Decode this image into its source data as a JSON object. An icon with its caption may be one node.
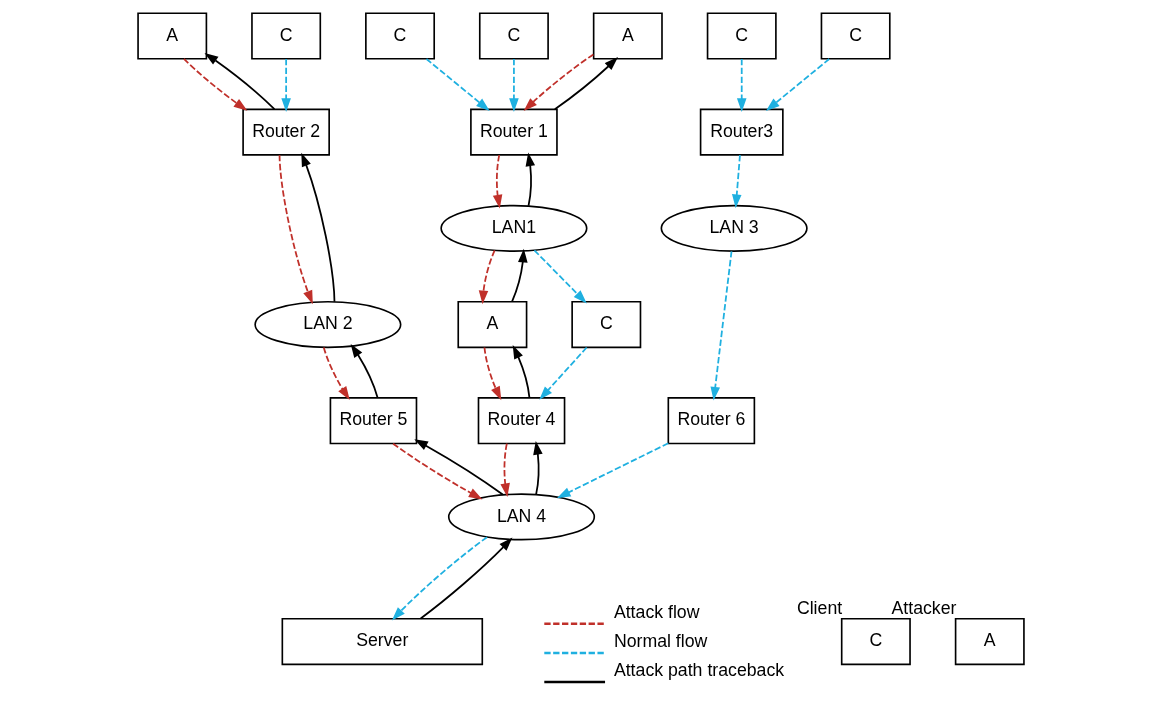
{
  "diagram": {
    "nodes": [
      {
        "text": [
          "C"
        ]
      },
      {
        "text": [
          "C"
        ]
      },
      {
        "text": [
          "A"
        ]
      },
      {
        "text": [
          "A"
        ]
      },
      {
        "text": [
          "C"
        ]
      },
      {
        "text": [
          "C"
        ]
      },
      {
        "text": [
          "C"
        ]
      },
      {
        "text": [
          "Router 1"
        ]
      },
      {
        "text": [
          "Router 2"
        ]
      },
      {
        "text": [
          "Router3"
        ]
      },
      {
        "text": [
          "LAN1"
        ]
      },
      {
        "text": [
          "LAN 2"
        ]
      },
      {
        "text": [
          "LAN 3"
        ]
      },
      {
        "text": [
          "A"
        ]
      },
      {
        "text": [
          "C"
        ]
      },
      {
        "text": [
          "Router 5"
        ]
      },
      {
        "text": [
          "Router 6"
        ]
      },
      {
        "text": [
          "Router 4"
        ]
      },
      {
        "text": [
          "LAN 4"
        ]
      },
      {
        "text": [
          "Server"
        ]
      },
      {
        "text": [
          "C"
        ],
        "beside": [
          "Client"
        ]
      },
      {
        "text": [
          "A"
        ],
        "beside": [
          "Attacker"
        ]
      }
    ],
    "edges": [
      {
        "from": 0,
        "to": 7,
        "arrow": "to",
        "style": "dashed",
        "color": "#1fb0e0"
      },
      {
        "from": 1,
        "to": 7,
        "arrow": "to",
        "style": "dashed",
        "color": "#1fb0e0"
      },
      {
        "from": 2,
        "to": 7,
        "arrow": "to",
        "style": "dashed",
        "color": "#c0302a"
      },
      {
        "from": 7,
        "to": 2,
        "arrow": "to",
        "color": "#000000"
      },
      {
        "from": 3,
        "to": 8,
        "arrow": "to",
        "style": "dashed",
        "color": "#c0302a"
      },
      {
        "from": 8,
        "to": 3,
        "arrow": "to",
        "color": "#000000"
      },
      {
        "from": 4,
        "to": 8,
        "arrow": "to",
        "style": "dashed",
        "color": "#1fb0e0"
      },
      {
        "from": 5,
        "to": 9,
        "arrow": "to",
        "style": "dashed",
        "color": "#1fb0e0"
      },
      {
        "from": 6,
        "to": 9,
        "arrow": "to",
        "style": "dashed",
        "color": "#1fb0e0"
      },
      {
        "from": 7,
        "to": 10,
        "arrow": "to",
        "style": "dashed",
        "color": "#c0302a"
      },
      {
        "from": 10,
        "to": 7,
        "arrow": "to",
        "color": "#000000"
      },
      {
        "from": 8,
        "to": 11,
        "arrow": "to",
        "style": "dashed",
        "color": "#c0302a"
      },
      {
        "from": 11,
        "to": 8,
        "arrow": "to",
        "color": "#000000"
      },
      {
        "from": 9,
        "to": 12,
        "arrow": "to",
        "style": "dashed",
        "color": "#1fb0e0"
      },
      {
        "from": 10,
        "to": 13,
        "arrow": "to",
        "style": "dashed",
        "color": "#c0302a"
      },
      {
        "from": 13,
        "to": 10,
        "arrow": "to",
        "color": "#000000"
      },
      {
        "from": 10,
        "to": 14,
        "arrow": "to",
        "style": "dashed",
        "color": "#1fb0e0"
      },
      {
        "from": 11,
        "to": 15,
        "arrow": "to",
        "style": "dashed",
        "color": "#c0302a"
      },
      {
        "from": 15,
        "to": 11,
        "arrow": "to",
        "color": "#000000"
      },
      {
        "from": 12,
        "to": 16,
        "arrow": "to",
        "style": "dashed",
        "color": "#1fb0e0"
      },
      {
        "from": 13,
        "to": 17,
        "arrow": "to",
        "style": "dashed",
        "color": "#c0302a"
      },
      {
        "from": 17,
        "to": 13,
        "arrow": "to",
        "color": "#000000"
      },
      {
        "from": 14,
        "to": 17,
        "arrow": "to",
        "style": "dashed",
        "color": "#1fb0e0"
      },
      {
        "from": 17,
        "to": 18,
        "arrow": "to",
        "style": "dashed",
        "color": "#c0302a"
      },
      {
        "from": 18,
        "to": 17,
        "arrow": "to",
        "color": "#000000"
      },
      {
        "from": 15,
        "to": 18,
        "arrow": "to",
        "style": "dashed",
        "color": "#c0302a"
      },
      {
        "from": 18,
        "to": 15,
        "arrow": "to",
        "color": "#000000"
      },
      {
        "from": 16,
        "to": 18,
        "arrow": "to",
        "style": "dashed",
        "color": "#1fb0e0"
      },
      {
        "from": 18,
        "to": 19,
        "arrow": "to",
        "style": "dashed",
        "color": "#1fb0e0"
      },
      {
        "from": 19,
        "to": 18,
        "arrow": "to",
        "color": "#000000"
      }
    ],
    "legend": [
      {
        "text": "Attack flow"
      },
      {
        "text": "Normal flow"
      },
      {
        "text": "Attack path traceback"
      }
    ]
  }
}
